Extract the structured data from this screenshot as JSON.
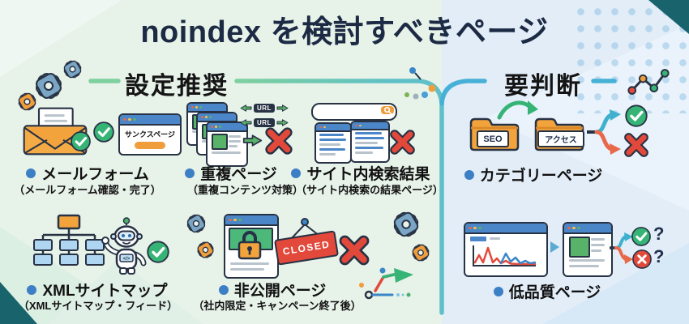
{
  "title": "noindex を検討すべきページ",
  "sections": {
    "recommended": {
      "header": "設定推奨",
      "items": [
        {
          "label": "メールフォーム",
          "note": "（メールフォーム確認・完了）"
        },
        {
          "label": "重複ページ",
          "note": "（重複コンテンツ対策）"
        },
        {
          "label": "サイト内検索結果",
          "note": "（サイト内検索の結果ページ）"
        },
        {
          "label": "XMLサイトマップ",
          "note": "（XMLサイトマップ・フィード）"
        },
        {
          "label": "非公開ページ",
          "note": "（社内限定・キャンペーン終了後）"
        }
      ]
    },
    "judgment": {
      "header": "要判断",
      "items": [
        {
          "label": "カテゴリーページ"
        },
        {
          "label": "低品質ページ"
        }
      ]
    }
  },
  "icon_labels": {
    "thanks_page": "サンクスページ",
    "url_badge": "URL",
    "closed_sign": "CLOSED",
    "folder_seo": "SEO",
    "folder_access": "アクセス",
    "robot_chest": "</>",
    "question_mark": "?"
  },
  "colors": {
    "outline_navy": "#273244",
    "title_navy": "#1c2a44",
    "check_green": "#36b476",
    "cross_red": "#e2493b",
    "accent_orange": "#f09d3c",
    "browser_blue": "#4a86c8",
    "divider_teal": "#5fc0ca",
    "dash_green": "#7ed09e",
    "dash_blue": "#46b0d6",
    "bullet_blue": "#3d7fc4",
    "bg_left_mint": "#e7f2e9",
    "bg_right_blue": "#e2edf8",
    "corner_teal": "#19636d"
  }
}
